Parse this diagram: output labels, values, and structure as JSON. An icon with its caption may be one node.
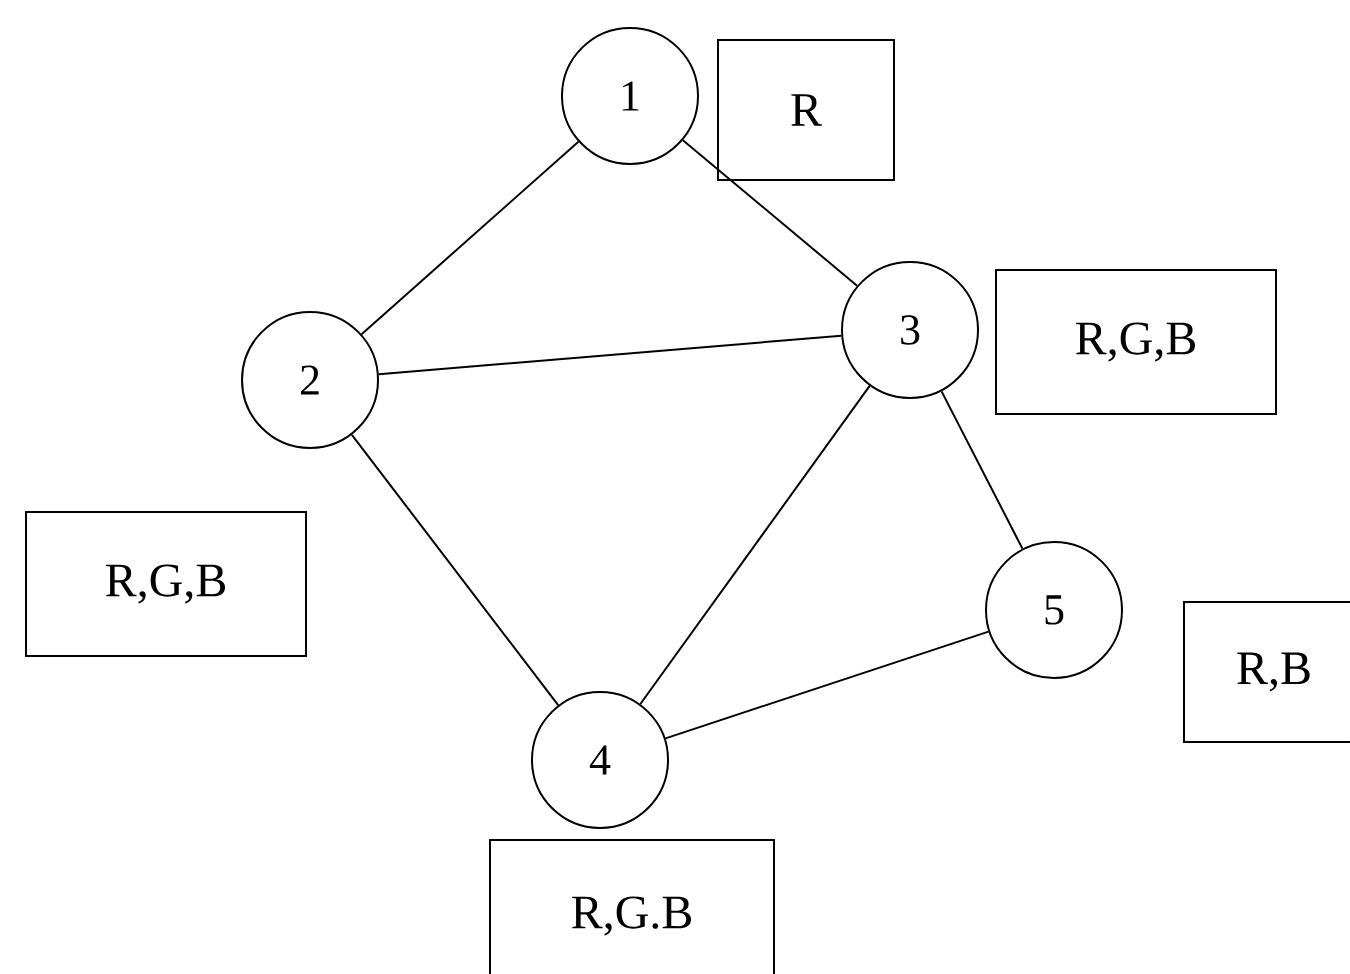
{
  "diagram": {
    "nodes": [
      {
        "text": [
          "1"
        ]
      },
      {
        "text": [
          "2"
        ]
      },
      {
        "text": [
          "3"
        ]
      },
      {
        "text": [
          "4"
        ]
      },
      {
        "text": [
          "5"
        ]
      },
      {
        "text": [
          "R"
        ]
      },
      {
        "text": [
          "R,G,B"
        ]
      },
      {
        "text": [
          "R,G,B"
        ]
      },
      {
        "text": [
          "R,B"
        ]
      },
      {
        "text": [
          "R,G.B"
        ]
      }
    ],
    "edges": [
      {
        "from": 0,
        "to": 1,
        "arrow": "none"
      },
      {
        "from": 0,
        "to": 2,
        "arrow": "none"
      },
      {
        "from": 1,
        "to": 2,
        "arrow": "none"
      },
      {
        "from": 1,
        "to": 3,
        "arrow": "none"
      },
      {
        "from": 2,
        "to": 3,
        "arrow": "none"
      },
      {
        "from": 2,
        "to": 4,
        "arrow": "none"
      },
      {
        "from": 3,
        "to": 4,
        "arrow": "none"
      }
    ]
  }
}
